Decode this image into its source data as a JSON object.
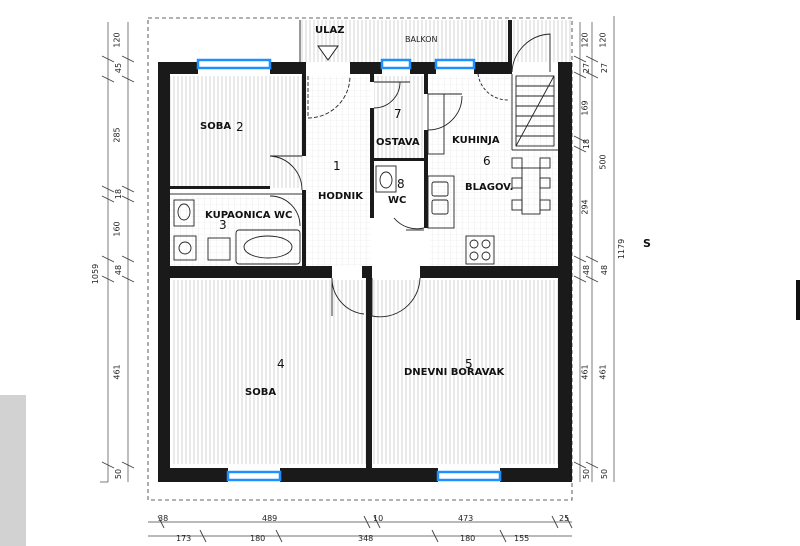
{
  "labels": {
    "entrance": "ULAZ",
    "balcony": "BALKON",
    "room2": "SOBA",
    "room2_no": "2",
    "hallway": "HODNIK",
    "hallway_no": "1",
    "bathroom": "KUPAONICA WC",
    "bathroom_no": "3",
    "storage": "OSTAVA",
    "storage_no": "7",
    "wc": "WC",
    "wc_no": "8",
    "kitchen": "KUHINJA",
    "kitchen_no": "6",
    "dining": "BLAGOV.",
    "room4": "SOBA",
    "room4_no": "4",
    "living": "DNEVNI BORAVAK",
    "living_no": "5",
    "north": "S"
  },
  "left_dims": {
    "d1": "120",
    "d2": "45",
    "d3": "285",
    "d4": "18",
    "d5": "160",
    "d6": "48",
    "d7": "461",
    "d8": "50",
    "total": "1059"
  },
  "right_dims_a": {
    "d1": "120",
    "d2": "27",
    "d3": "169",
    "d4": "18",
    "d5": "294",
    "d6": "48",
    "d7": "461",
    "d8": "50"
  },
  "right_dims_b": {
    "d1": "120",
    "d2": "27",
    "d3": "500",
    "d4": "48",
    "d5": "461",
    "d6": "50",
    "total": "1179"
  },
  "bottom_dims_top": {
    "d1": "38",
    "d2": "489",
    "d3": "10",
    "d4": "473",
    "d5": "25"
  },
  "bottom_dims_bottom": {
    "d1": "173",
    "d2": "180",
    "d3": "348",
    "d4": "180",
    "d5": "155"
  },
  "colors": {
    "wall": "#1a1a1a",
    "window": "#1e90ff",
    "hatch": "#d8d8d8"
  }
}
